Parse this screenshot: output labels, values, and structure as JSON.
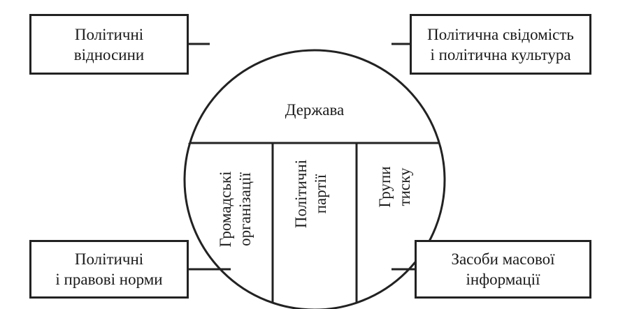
{
  "boxes": {
    "top_left": {
      "line1": "Політичні",
      "line2": "відносини"
    },
    "top_right": {
      "line1": "Політична свідомість",
      "line2": "і політична культура"
    },
    "bottom_left": {
      "line1": "Політичні",
      "line2": "і правові норми"
    },
    "bottom_right": {
      "line1": "Засоби масової",
      "line2": "інформації"
    }
  },
  "circle": {
    "state": "Держава",
    "segments": [
      {
        "line1": "Громадські",
        "line2": "організації"
      },
      {
        "line1": "Політичні",
        "line2": "партії"
      },
      {
        "line1": "Групи",
        "line2": "тиску"
      }
    ]
  },
  "colors": {
    "stroke": "#222222",
    "text": "#1a1a1a",
    "background": "#ffffff"
  }
}
